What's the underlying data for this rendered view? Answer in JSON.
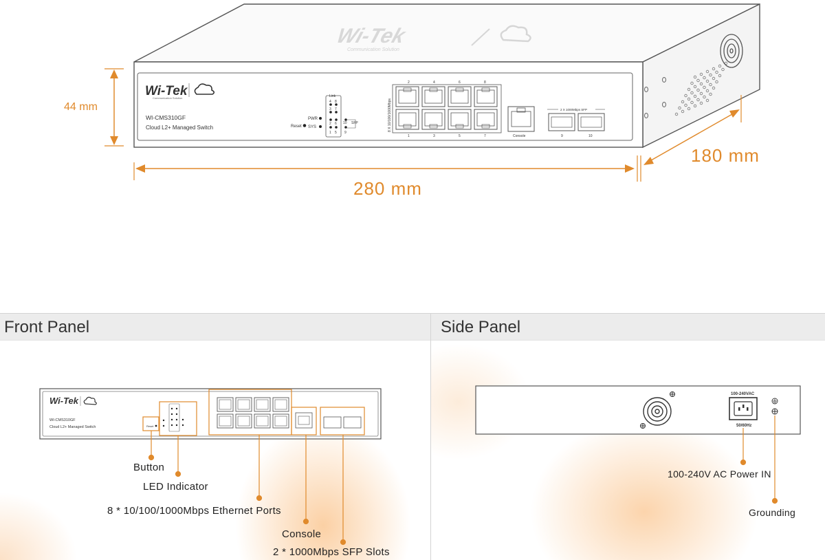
{
  "device": {
    "brand": "Wi-Tek",
    "tagline": "Communication Solution",
    "model": "WI-CMS310GF",
    "description": "Cloud L2+ Managed Switch",
    "reset_label": "Reset",
    "pwr_label": "PWR",
    "sys_label": "SYS",
    "link_label": "Link",
    "sfp_label": "SFP",
    "led_numbers": [
      "4",
      "8",
      "3",
      "7",
      "2",
      "6",
      "10",
      "1",
      "5",
      "9"
    ],
    "port_numbers_top": [
      "2",
      "4",
      "6",
      "8"
    ],
    "port_numbers_bottom": [
      "1",
      "3",
      "5",
      "7"
    ],
    "ports_vertical_label": "8 X 10/100/1000Mbps",
    "console_label": "Console",
    "sfp_header": "2 X 1000Mbps SFP",
    "sfp_numbers": [
      "9",
      "10"
    ]
  },
  "dimensions": {
    "height": "44 mm",
    "width": "280 mm",
    "depth": "180 mm"
  },
  "sections": {
    "front_title": "Front Panel",
    "side_title": "Side Panel"
  },
  "front_callouts": {
    "button": "Button",
    "led": "LED Indicator",
    "ethernet": "8 * 10/100/1000Mbps Ethernet Ports",
    "console": "Console",
    "sfp": "2 * 1000Mbps SFP Slots"
  },
  "side": {
    "voltage_label": "100-240VAC",
    "freq_label": "50/60Hz",
    "power_callout": "100-240V AC Power IN",
    "ground_callout": "Grounding"
  },
  "colors": {
    "accent": "#e08a2c",
    "device_line": "#444444",
    "bar_bg": "#ececec"
  }
}
